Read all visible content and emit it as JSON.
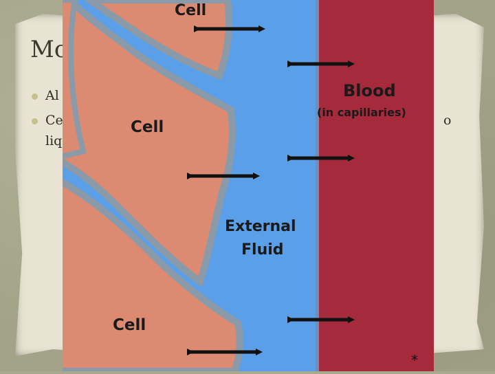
{
  "slide": {
    "title_visible": "Mo",
    "bullets": [
      {
        "line1": "Al",
        "line2": ""
      },
      {
        "line1": "Ce",
        "line2": "liq"
      }
    ],
    "bullet_tail": "o",
    "footnote_mark": "*"
  },
  "diagram": {
    "labels": {
      "cell_top": "Cell",
      "cell_middle": "Cell",
      "cell_bottom": "Cell",
      "blood": "Blood",
      "blood_sub": "(in capillaries)",
      "fluid_line1": "External",
      "fluid_line2": "Fluid"
    },
    "colors": {
      "fluid": "#5b9fe8",
      "cell_fill": "#dd8a72",
      "cell_border": "#8a9aa8",
      "blood": "#a52a3c",
      "arrow": "#111111",
      "bullet_dot": "#c6c08a"
    }
  }
}
